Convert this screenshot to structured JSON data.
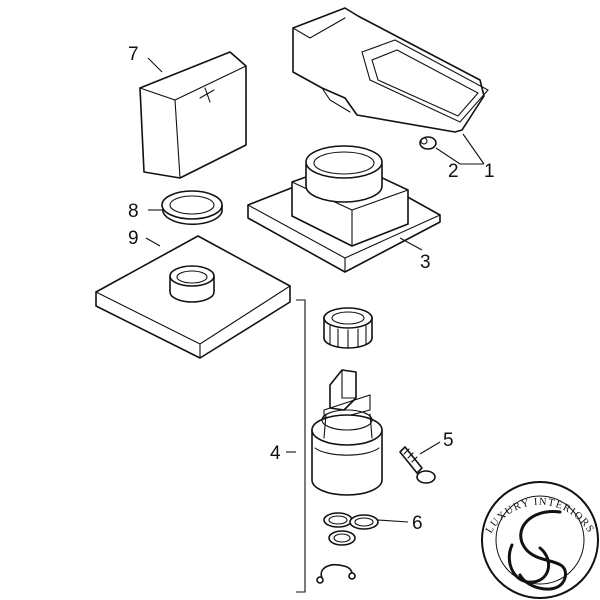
{
  "callouts": {
    "c1": "1",
    "c2": "2",
    "c3": "3",
    "c4": "4",
    "c5": "5",
    "c6": "6",
    "c7": "7",
    "c8": "8",
    "c9": "9"
  },
  "logo": {
    "text": "LUXURY INTERIORS"
  },
  "colors": {
    "line": "#111111",
    "background": "#ffffff"
  }
}
